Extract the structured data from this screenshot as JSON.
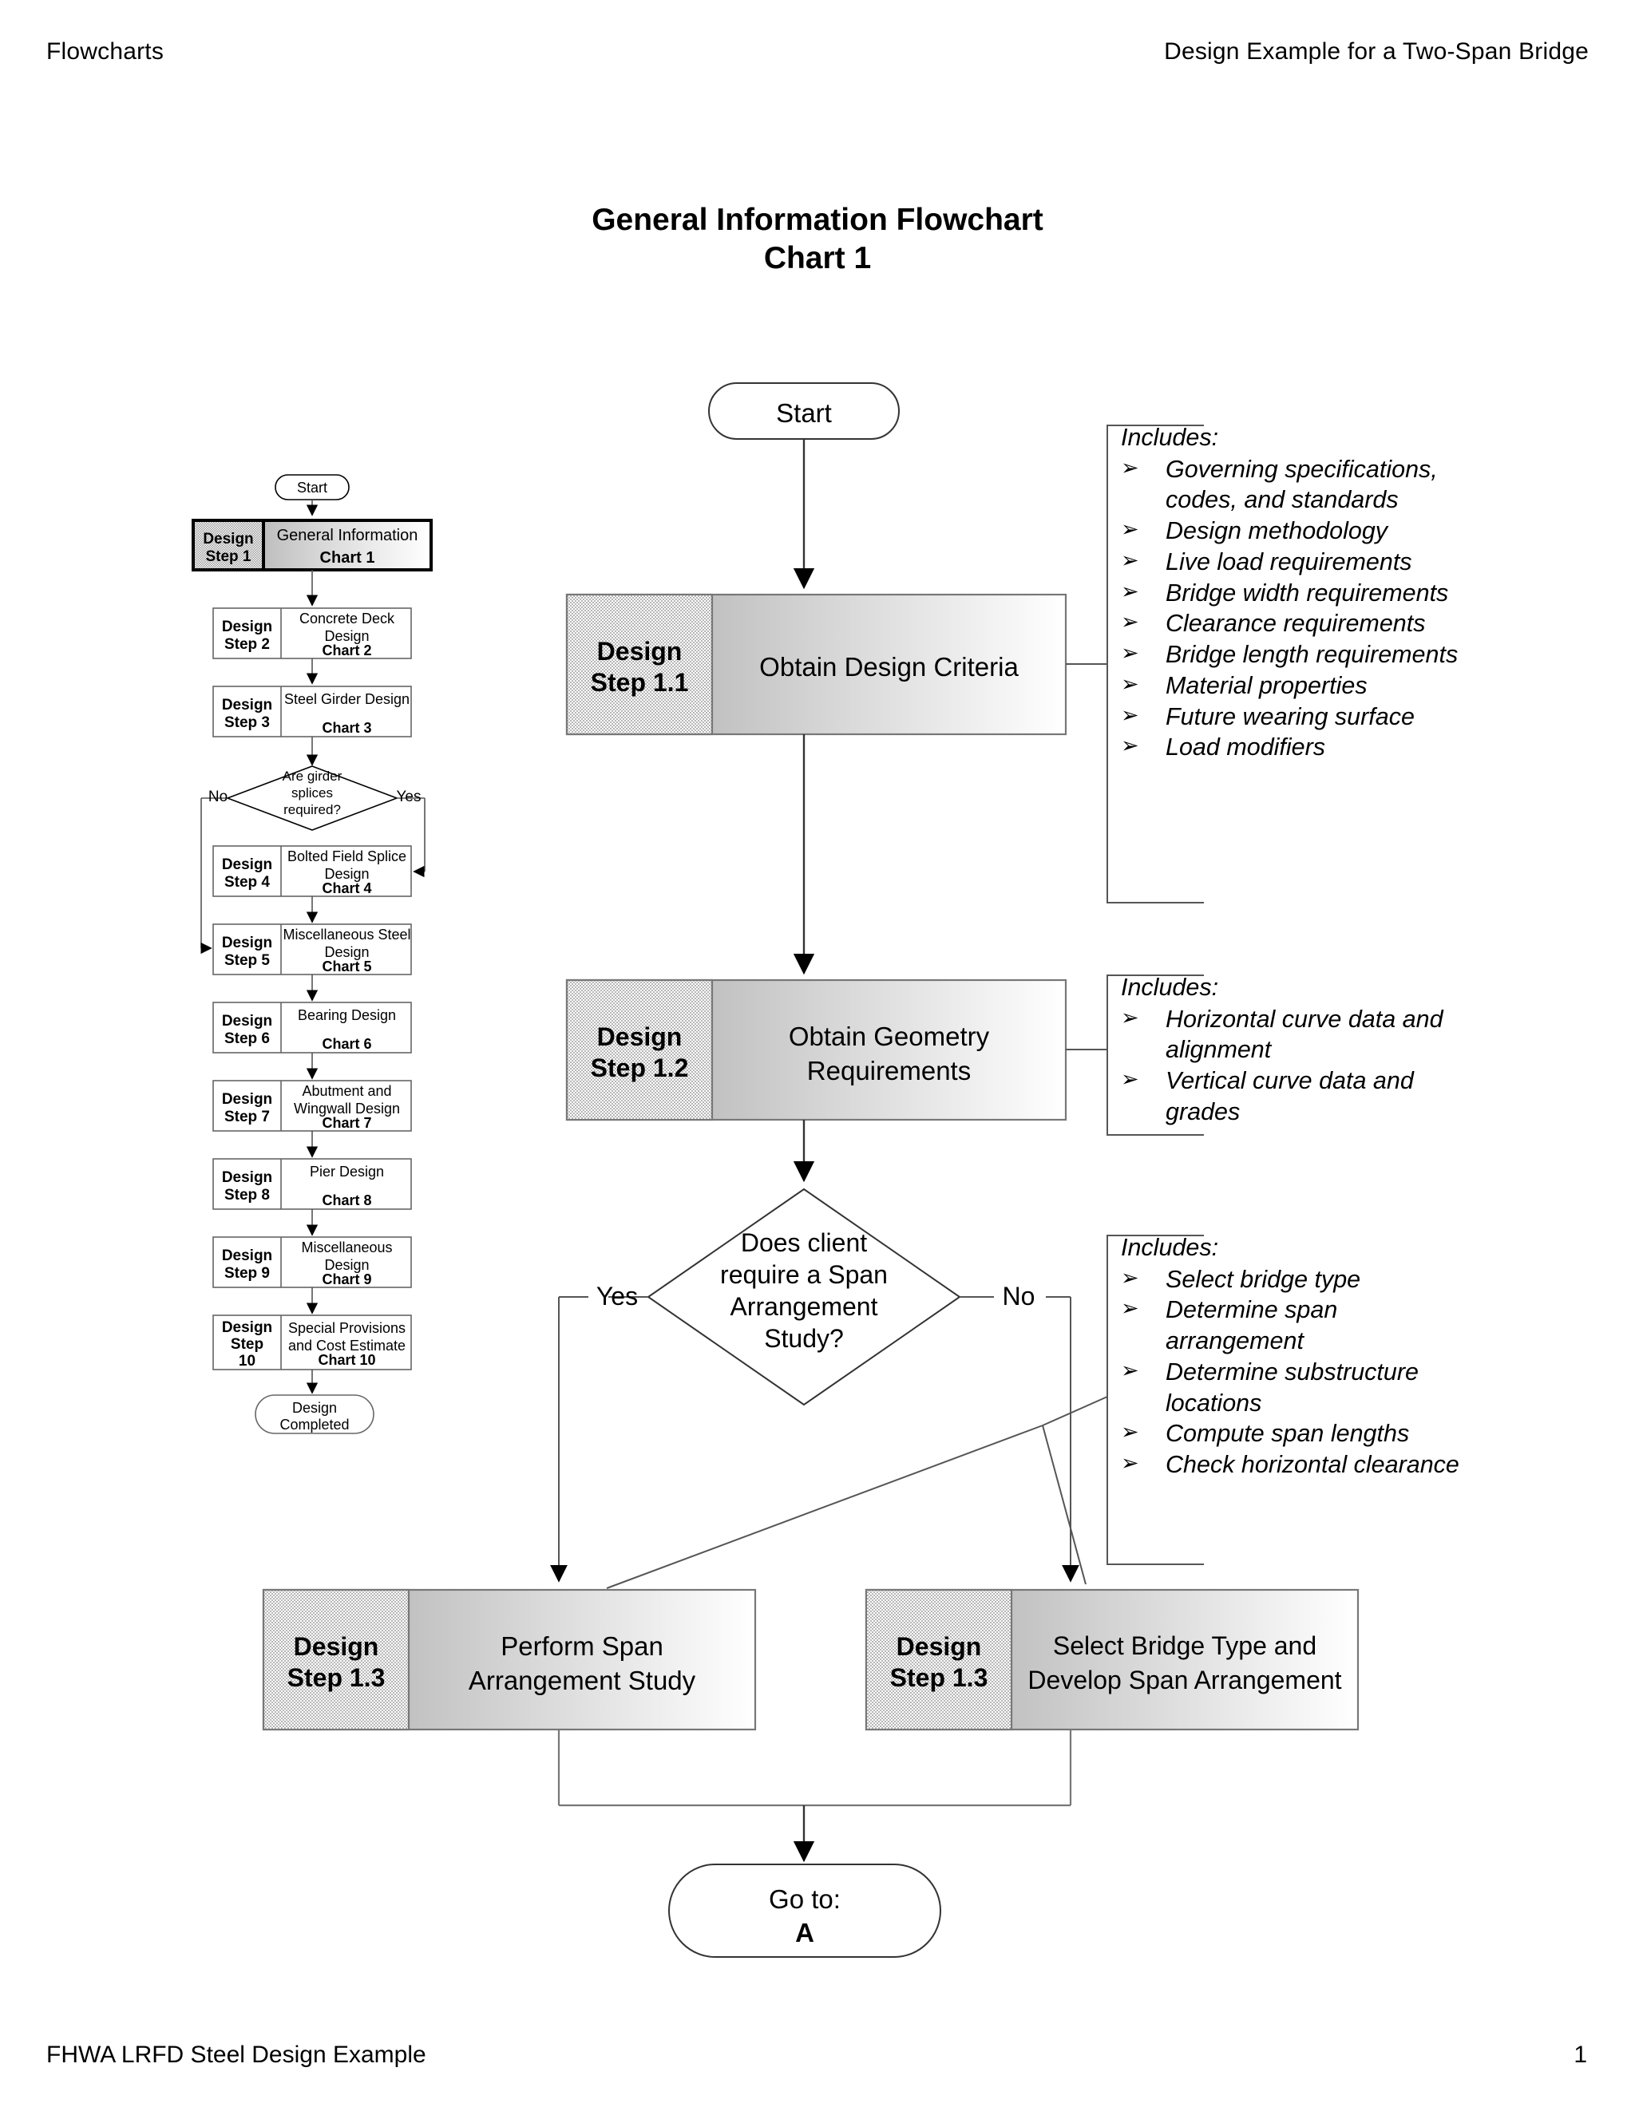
{
  "page": {
    "header_left": "Flowcharts",
    "header_right": "Design Example for a Two-Span Bridge",
    "footer_left": "FHWA LRFD Steel Design Example",
    "footer_page": "1",
    "title_line1": "General Information Flowchart",
    "title_line2": "Chart 1",
    "bullet_glyph": "➢"
  },
  "sidebar": {
    "start_label": "Start",
    "end_label_line1": "Design",
    "end_label_line2": "Completed",
    "decision_line1": "Are girder",
    "decision_line2": "splices",
    "decision_line3": "required?",
    "decision_no": "No",
    "decision_yes": "Yes",
    "steps": [
      {
        "step_line1": "Design",
        "step_line2": "Step 1",
        "title": "General Information",
        "chart": "Chart 1",
        "highlight": true
      },
      {
        "step_line1": "Design",
        "step_line2": "Step 2",
        "title": "Concrete Deck\nDesign",
        "chart": "Chart 2",
        "highlight": false
      },
      {
        "step_line1": "Design",
        "step_line2": "Step 3",
        "title": "Steel Girder Design",
        "chart": "Chart 3",
        "highlight": false
      },
      {
        "step_line1": "Design",
        "step_line2": "Step 4",
        "title": "Bolted Field Splice\nDesign",
        "chart": "Chart 4",
        "highlight": false
      },
      {
        "step_line1": "Design",
        "step_line2": "Step 5",
        "title": "Miscellaneous Steel\nDesign",
        "chart": "Chart 5",
        "highlight": false
      },
      {
        "step_line1": "Design",
        "step_line2": "Step 6",
        "title": "Bearing Design",
        "chart": "Chart 6",
        "highlight": false
      },
      {
        "step_line1": "Design",
        "step_line2": "Step 7",
        "title": "Abutment and\nWingwall Design",
        "chart": "Chart 7",
        "highlight": false
      },
      {
        "step_line1": "Design",
        "step_line2": "Step 8",
        "title": "Pier Design",
        "chart": "Chart 8",
        "highlight": false
      },
      {
        "step_line1": "Design",
        "step_line2": "Step 9",
        "title": "Miscellaneous\nDesign",
        "chart": "Chart 9",
        "highlight": false
      },
      {
        "step_line1": "Design",
        "step_line2": "Step",
        "step_line3": "10",
        "title": "Special Provisions\nand Cost Estimate",
        "chart": "Chart 10",
        "highlight": false
      }
    ]
  },
  "flow": {
    "start_label": "Start",
    "goto_line1": "Go to:",
    "goto_line2": "A",
    "decision": {
      "line1": "Does client",
      "line2": "require a Span",
      "line3": "Arrangement",
      "line4": "Study?",
      "yes": "Yes",
      "no": "No"
    },
    "steps": {
      "s11": {
        "step_line1": "Design",
        "step_line2": "Step 1.1",
        "body": "Obtain Design Criteria"
      },
      "s12": {
        "step_line1": "Design",
        "step_line2": "Step 1.2",
        "body_line1": "Obtain Geometry",
        "body_line2": "Requirements"
      },
      "s13a": {
        "step_line1": "Design",
        "step_line2": "Step 1.3",
        "body_line1": "Perform Span",
        "body_line2": "Arrangement Study"
      },
      "s13b": {
        "step_line1": "Design",
        "step_line2": "Step 1.3",
        "body_line1": "Select Bridge Type and",
        "body_line2": "Develop Span Arrangement"
      }
    }
  },
  "callouts": {
    "c1": {
      "heading": "Includes:",
      "items": [
        "Governing specifications, codes, and standards",
        "Design methodology",
        "Live load requirements",
        "Bridge width requirements",
        "Clearance requirements",
        "Bridge length requirements",
        "Material properties",
        "Future wearing surface",
        "Load modifiers"
      ]
    },
    "c2": {
      "heading": "Includes:",
      "items": [
        "Horizontal curve data and alignment",
        "Vertical curve data and grades"
      ]
    },
    "c3": {
      "heading": "Includes:",
      "items": [
        "Select bridge type",
        "Determine span arrangement",
        "Determine substructure locations",
        "Compute span lengths",
        "Check horizontal clearance"
      ]
    }
  },
  "chart_data": {
    "type": "diagram",
    "title": "General Information Flowchart - Chart 1",
    "nodes": [
      {
        "id": "start",
        "shape": "terminator",
        "label": "Start"
      },
      {
        "id": "s1.1",
        "shape": "process",
        "label": "Obtain Design Criteria",
        "step": "Design Step 1.1"
      },
      {
        "id": "s1.2",
        "shape": "process",
        "label": "Obtain Geometry Requirements",
        "step": "Design Step 1.2"
      },
      {
        "id": "d1",
        "shape": "decision",
        "label": "Does client require a Span Arrangement Study?"
      },
      {
        "id": "s1.3a",
        "shape": "process",
        "label": "Perform Span Arrangement Study",
        "step": "Design Step 1.3"
      },
      {
        "id": "s1.3b",
        "shape": "process",
        "label": "Select Bridge Type and Develop Span Arrangement",
        "step": "Design Step 1.3"
      },
      {
        "id": "goto",
        "shape": "terminator",
        "label": "Go to: A"
      }
    ],
    "edges": [
      {
        "from": "start",
        "to": "s1.1",
        "label": ""
      },
      {
        "from": "s1.1",
        "to": "s1.2",
        "label": ""
      },
      {
        "from": "s1.2",
        "to": "d1",
        "label": ""
      },
      {
        "from": "d1",
        "to": "s1.3a",
        "label": "Yes"
      },
      {
        "from": "d1",
        "to": "s1.3b",
        "label": "No"
      },
      {
        "from": "s1.3a",
        "to": "goto",
        "label": ""
      },
      {
        "from": "s1.3b",
        "to": "goto",
        "label": ""
      }
    ]
  }
}
